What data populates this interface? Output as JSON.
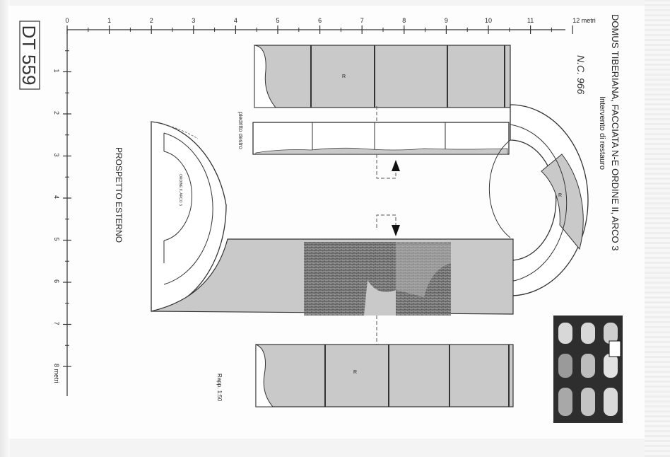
{
  "archive_code": "DT 559",
  "inventory_mark": "N.C. 966",
  "title": "DOMUS TIBERIANA, FACCIATA N-E   ORDINE II, ARCO 3",
  "subtitle": "Intervento di restauro",
  "elevation_label": "PROSPETTO ESTERNO",
  "arch_label": "ORDINE II, ARCO 3",
  "intrados_label": "piedritto destro",
  "scale_label": "Rapp. 1:50",
  "restored_mark": "R",
  "top_axis": {
    "ticks": [
      "0",
      "1",
      "2",
      "3",
      "4",
      "5",
      "6",
      "7",
      "8",
      "9",
      "10",
      "11",
      "12 metri"
    ]
  },
  "left_axis": {
    "ticks": [
      "1",
      "2",
      "3",
      "4",
      "5",
      "6",
      "7",
      "8 metri"
    ]
  },
  "colors": {
    "fill": "#c9c9c9",
    "line": "#4a4a4a",
    "masonry": "#6e6e6e",
    "paper": "#fdfdfd"
  },
  "photo": {
    "description_icon": "photo-thumbnail"
  }
}
